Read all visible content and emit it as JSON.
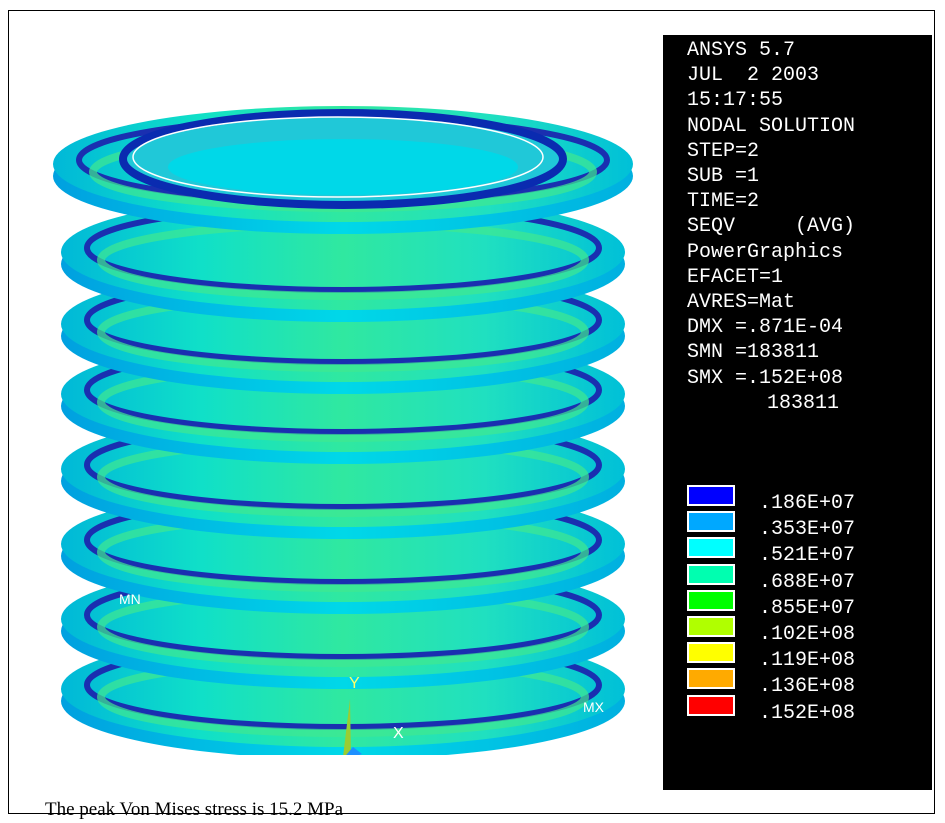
{
  "info": {
    "lines": [
      "ANSYS 5.7",
      "JUL  2 2003",
      "15:17:55",
      "NODAL SOLUTION",
      "STEP=2",
      "SUB =1",
      "TIME=2",
      "SEQV     (AVG)",
      "PowerGraphics",
      "EFACET=1",
      "AVRES=Mat",
      "DMX =.871E-04",
      "SMN =183811",
      "SMX =.152E+08"
    ]
  },
  "legend": {
    "min_label": "183811",
    "items": [
      {
        "label": ".186E+07",
        "color": "#0000ff"
      },
      {
        "label": ".353E+07",
        "color": "#00a8ff"
      },
      {
        "label": ".521E+07",
        "color": "#00ffff"
      },
      {
        "label": ".688E+07",
        "color": "#00ffb0"
      },
      {
        "label": ".855E+07",
        "color": "#00ff00"
      },
      {
        "label": ".102E+08",
        "color": "#b0ff00"
      },
      {
        "label": ".119E+08",
        "color": "#ffff00"
      },
      {
        "label": ".136E+08",
        "color": "#ffaa00"
      },
      {
        "label": ".152E+08",
        "color": "#ff0000"
      }
    ]
  },
  "markers": {
    "mn": "MN",
    "mx": "MX"
  },
  "axes": {
    "y": "Y",
    "x": "X"
  },
  "caption": "The peak Von Mises stress is 15.2 MPa"
}
